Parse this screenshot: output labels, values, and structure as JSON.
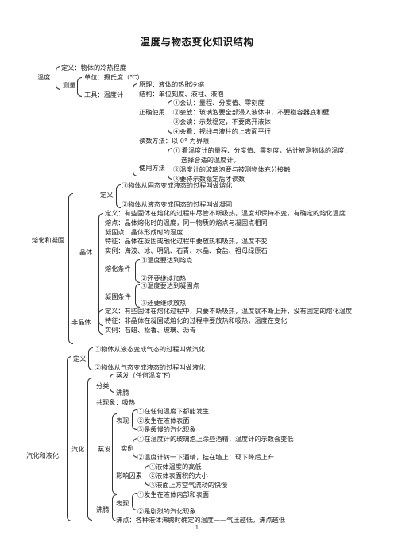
{
  "title": "温度与物态变化知识结构",
  "page_number": "1",
  "temperature": {
    "label": "温度",
    "definition": "定义：物体的冷热程度",
    "measure_label": "测量",
    "unit": "单位：摄氏度（℃）",
    "tool": "工具：温度计",
    "principle": "原理：液体的热胀冷缩",
    "structure": "结构：单位刻度、液柱、液泡",
    "correct_use_label": "正确使用",
    "correct_use": [
      "①会认：量程、分度值、零刻度",
      "②会放：玻璃泡要全部浸入液体中，不要碰容器底和壁",
      "③会读：示数稳定，不要离开液体",
      "④会看：视线与液柱的上表面平行"
    ],
    "reading_method": "读数方法：以 0° 为界限",
    "usage_method_label": "使用方法",
    "usage_1": "① 看温度计的量程、分度值、零刻度，估计被测物体的温度，",
    "usage_1b": "选择合适的温度计。",
    "usage_2": "②温度计的玻璃泡要与被测物体充分接触",
    "usage_3": "③要待示数稳定后才读数"
  },
  "melting": {
    "label": "熔化和凝固",
    "def_label": "定义",
    "def_1": "①物体从固态变成液态的过程叫做熔化",
    "def_2": "②物体从液态变成固态的过程叫做凝固",
    "crystal_label": "晶体",
    "crystal_lines": [
      "定义：有些固体在熔化的过程中尽管不断吸热，温度却保持不变，有确定的熔化温度",
      "熔点：晶体熔化时的温度，同一物质的熔点与凝固点相同",
      "凝固点：晶体形成时的温度",
      "特征：晶体在凝固或融化过程中要放热和吸热，温度不变",
      "实例：海波、冰、明矾、石青、水晶、食盐、祖母绿原石"
    ],
    "melt_cond_label": "熔化条件",
    "melt_cond_1": "①温度要达到熔点",
    "melt_cond_2": "②还要继续加热",
    "solid_cond_label": "凝固条件",
    "solid_cond_1": "①温度要达到凝固点",
    "solid_cond_2": "②还要继续放热",
    "noncrystal_label": "非晶体",
    "noncrystal_lines": [
      "定义：有些固体在熔化过程中，只要不断吸热，温度就不断上升，没有固定的熔化温度",
      "特征：非晶体在凝固或熔化的过程中要放热和吸热，温度在变化",
      "实例：石蜡、松香、玻璃、沥青"
    ]
  },
  "vapor": {
    "label": "汽化和液化",
    "def_label": "定义",
    "def_1": "①物体从液态变成气态的过程叫做汽化",
    "def_2": "②物体从气态变成液态的过程叫做液化",
    "vaporize_label": "汽化",
    "class_label": "分类",
    "class_1": "蒸发（任何温度下）",
    "class_2": "沸腾",
    "heat": "共现象：吸热",
    "evap_label": "蒸发",
    "show_label": "表现",
    "evap_show": [
      "①在任何温度下都能发生",
      "②发生在液体表面",
      "③是缓慢的汽化现象"
    ],
    "example_label": "实例",
    "example_1": "①在温度计的玻璃泡上涂些酒精，温度计的示数会变低",
    "example_2": "②温度计转一下酒精，挂在墙上：现下降后上升",
    "factor_label": "影响因素",
    "factors": [
      "①液体温度的高低",
      "②液体表面积的大小",
      "③液面上方空气流动的快慢"
    ],
    "boil_label": "沸腾",
    "boil_show_1": "①发生在液体内部和表面",
    "boil_show_2": "②是剧烈的汽化现象",
    "boil_point": "沸点：各种液体沸腾时确定的温度——气压越低，沸点越低"
  }
}
